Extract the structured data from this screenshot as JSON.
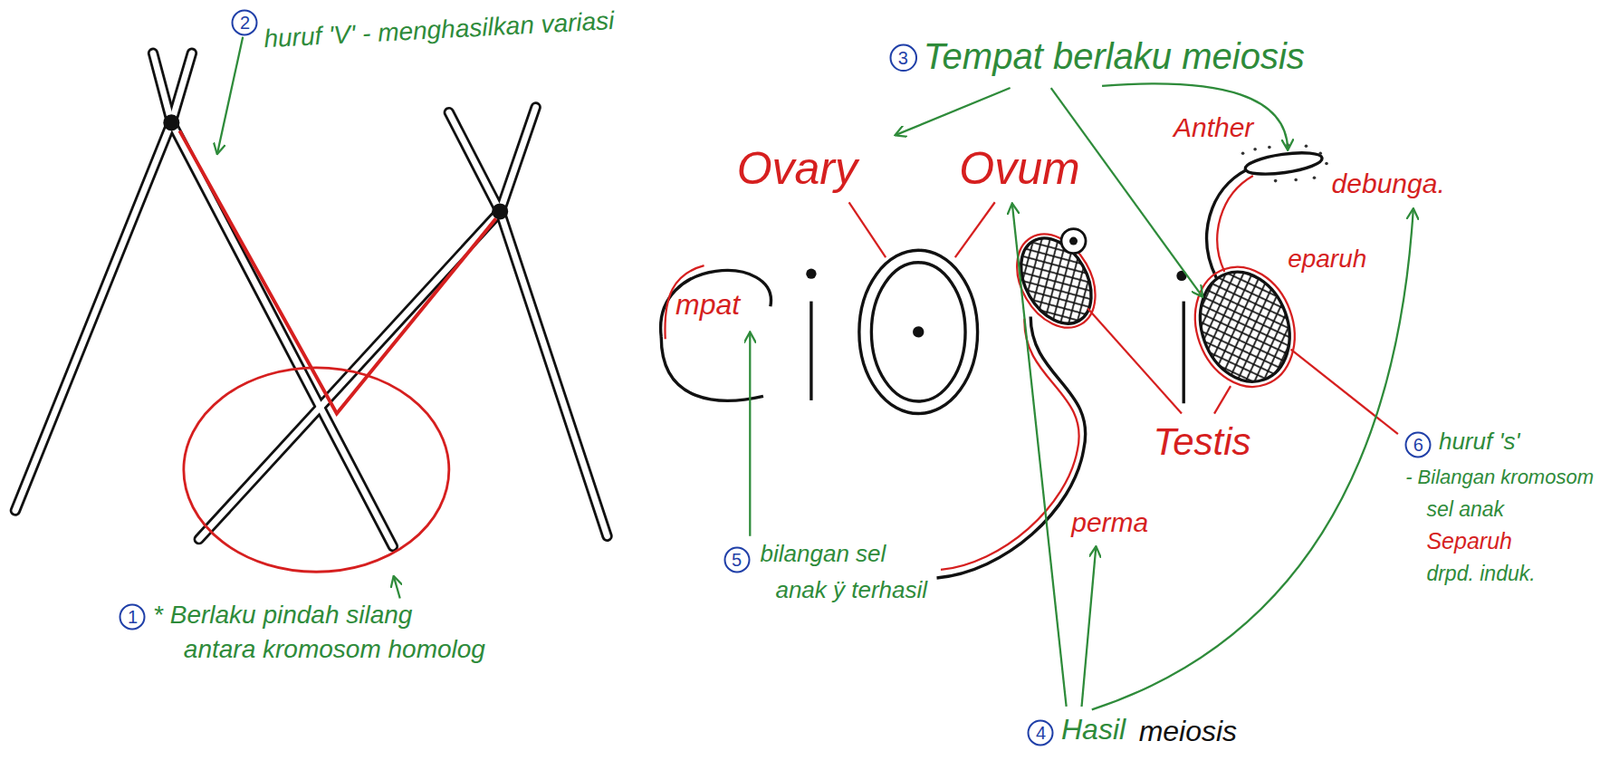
{
  "diagram": {
    "nodes": [
      {
        "text": [
          "2"
        ]
      },
      {
        "text": [
          "3"
        ]
      },
      {
        "text": [
          "1"
        ]
      },
      {
        "text": [
          "5"
        ]
      },
      {
        "text": [
          "6"
        ]
      },
      {
        "text": [
          "4"
        ]
      }
    ],
    "labels": [
      "huruf 'V' - menghasilkan variasi",
      "* Berlaku pindah silang",
      "antara kromosom homolog",
      "Tempat berlaku meiosis",
      "Ovary",
      "Ovum",
      "Anther",
      "debunga.",
      "mpat",
      "Testis",
      "eparuh",
      "perma",
      "bilangan sel",
      "anak ÿ terhasil",
      "Hasil",
      "meiosis",
      "huruf 's'",
      "- Bilangan kromosom",
      "sel anak",
      "Separuh",
      "drpd. induk."
    ]
  }
}
